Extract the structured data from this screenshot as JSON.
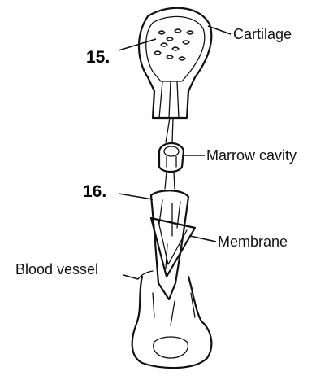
{
  "numbers": {
    "first": "15.",
    "second": "16."
  },
  "labels": {
    "cartilage": "Cartilage",
    "marrow_cavity": "Marrow cavity",
    "membrane": "Membrane",
    "blood_vessel": "Blood vessel"
  },
  "colors": {
    "ink": "#111111",
    "background": "#ffffff"
  }
}
